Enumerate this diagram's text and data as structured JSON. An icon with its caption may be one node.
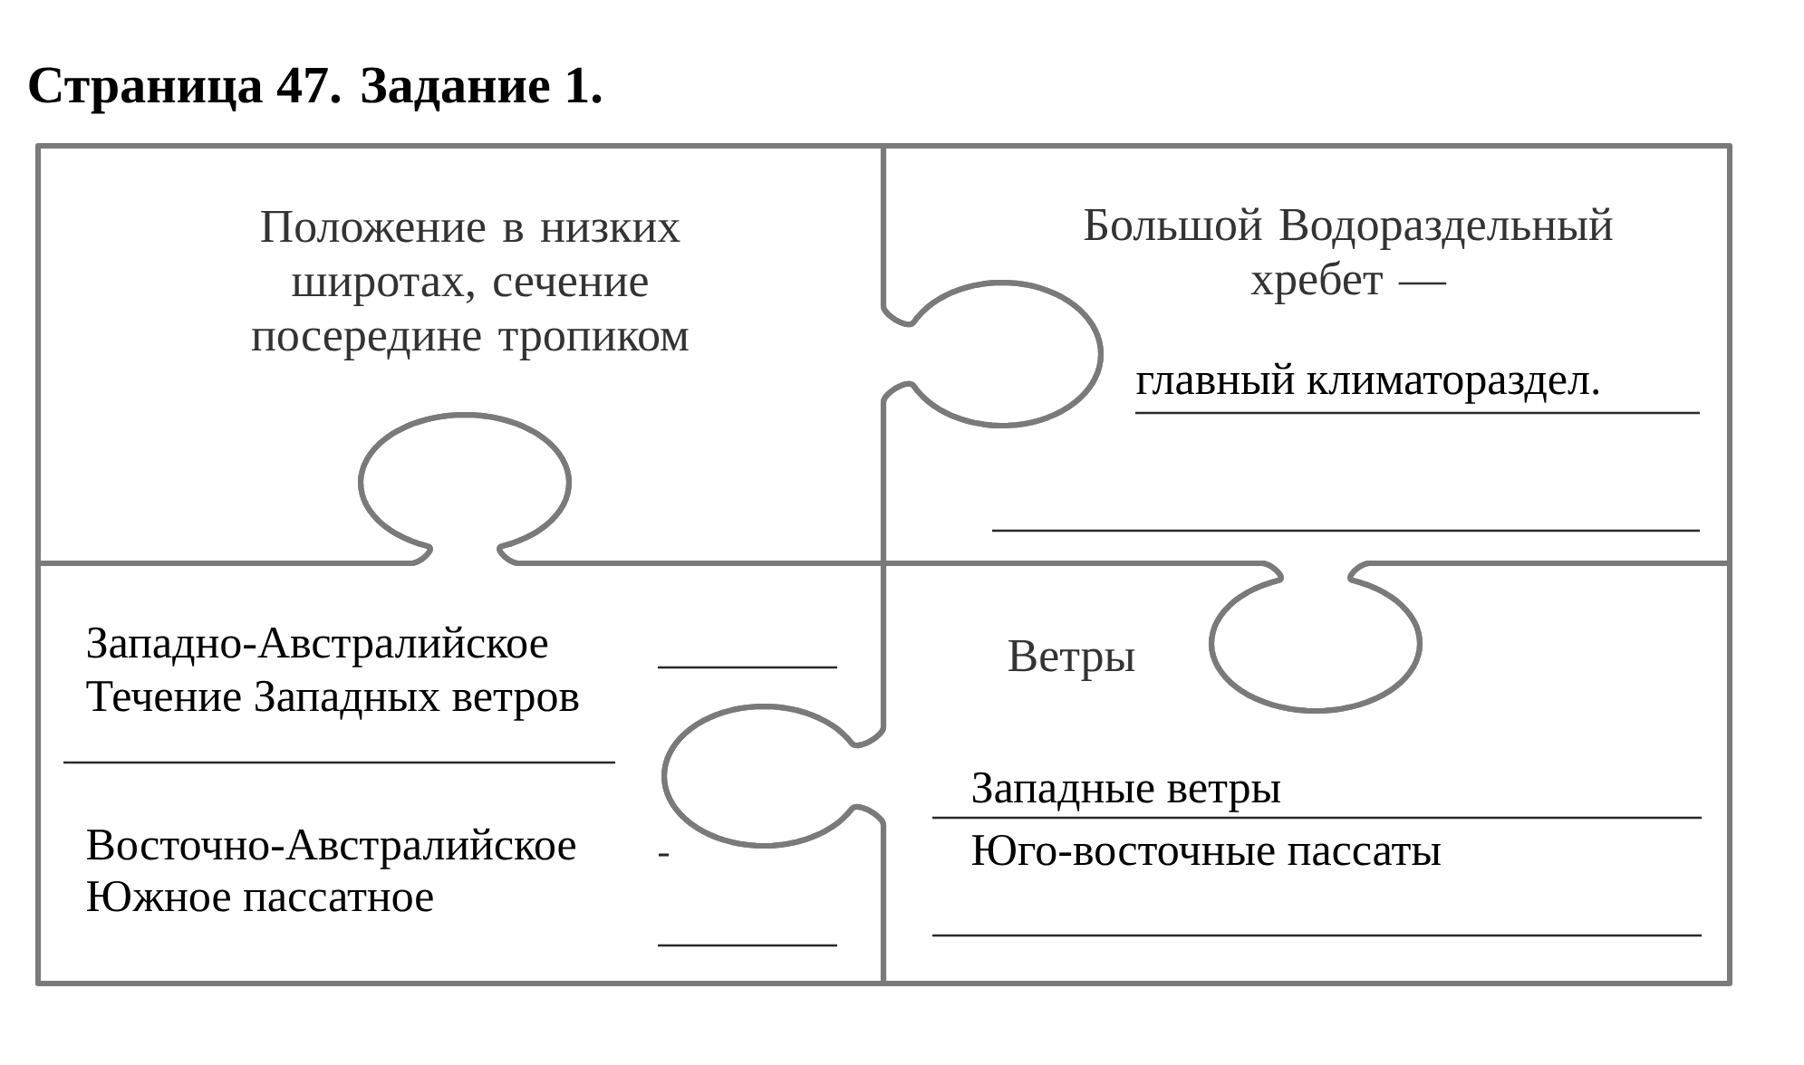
{
  "diagram": {
    "title": "Страница 47. Задание 1.",
    "nodes": [
      {
        "text": [
          "Положение в низких широтах, сечение посередине тропиком"
        ]
      },
      {
        "text": [
          "Большой Водораздельный хребет —",
          "главный климатораздел."
        ]
      },
      {
        "text": [
          "Западно-Австралийское",
          "Течение Западных ветров",
          "Восточно-Австралийское",
          "Южное пассатное"
        ]
      },
      {
        "text": [
          "Ветры",
          "Западные ветры",
          "Юго-восточные пассаты"
        ]
      }
    ]
  }
}
